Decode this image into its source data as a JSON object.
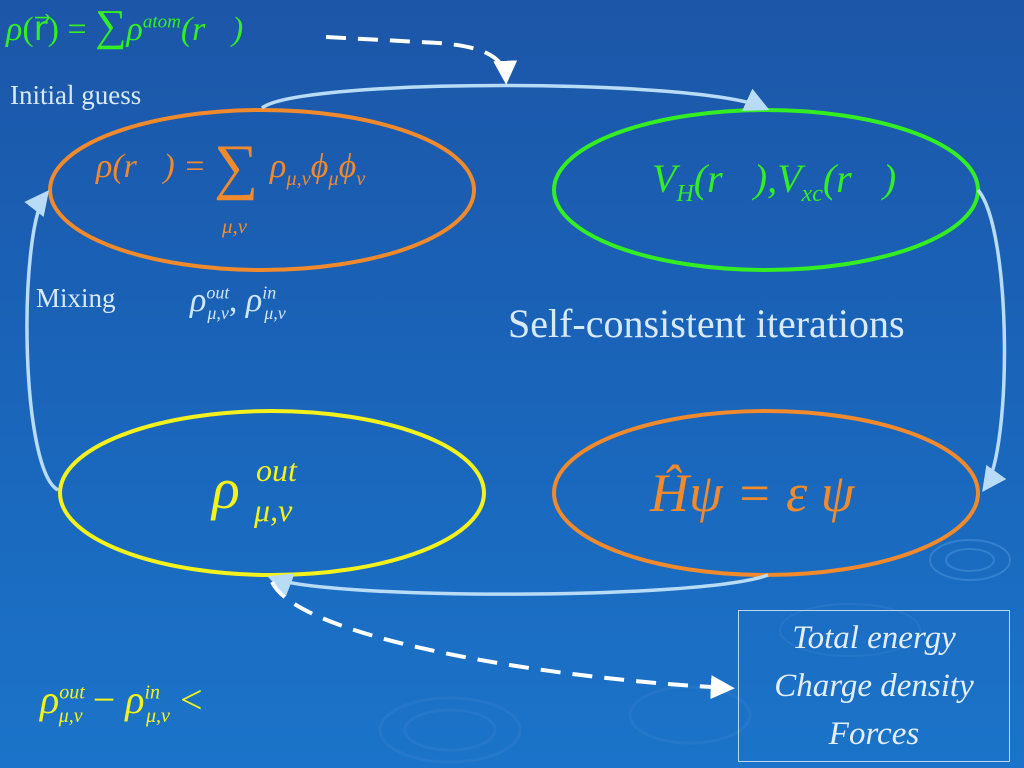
{
  "labels": {
    "initial_guess": "Initial guess",
    "mixing": "Mixing",
    "self_consistent": "Self-consistent iterations"
  },
  "formulas": {
    "atom_sum": {
      "rho": "ρ",
      "r_upright": "(r⃗)",
      "equals": " = ",
      "sum": "∑",
      "rho2": "ρ",
      "atom_sup": "atom",
      "r_vec": "(r⃗)"
    },
    "density": {
      "lhs": "ρ(r⃗) = ",
      "sum": "∑",
      "sum_sub": "μ,ν",
      "rho": "ρ",
      "rho_sub": "μ,ν",
      "phi1": "ϕ",
      "phi1_sub": "μ",
      "phi2": "ϕ",
      "phi2_sub": "ν"
    },
    "potential": {
      "v1": "V",
      "v1_sub": "H",
      "r1": "(r⃗),",
      "v2": "V",
      "v2_sub": "xc",
      "r2": "(r⃗)"
    },
    "schrodinger": {
      "text": "Ĥψ = ε ψ"
    },
    "rho_out": {
      "rho": "ρ",
      "sup": "out",
      "sub": "μ,ν"
    },
    "mixing": {
      "rho1": "ρ",
      "sup1": "out",
      "sub1": "μ,ν",
      "comma": ", ",
      "rho2": "ρ",
      "sup2": "in",
      "sub2": "μ,ν"
    },
    "convergence": {
      "rho1": "ρ",
      "sup1": "out",
      "sub1": "μ,ν",
      "minus": " − ",
      "rho2": "ρ",
      "sup2": "in",
      "sub2": "μ,ν",
      "lt": " <"
    }
  },
  "results_box": {
    "lines": [
      "Total energy",
      "Charge density",
      "Forces"
    ]
  },
  "colors": {
    "background_top": "#1c56a8",
    "background_bottom": "#1b74c9",
    "orange": "#f08a2c",
    "green": "#33ee22",
    "yellow": "#f4f21c",
    "arrow": "#b8dcf6",
    "dashed": "#ffffff"
  }
}
